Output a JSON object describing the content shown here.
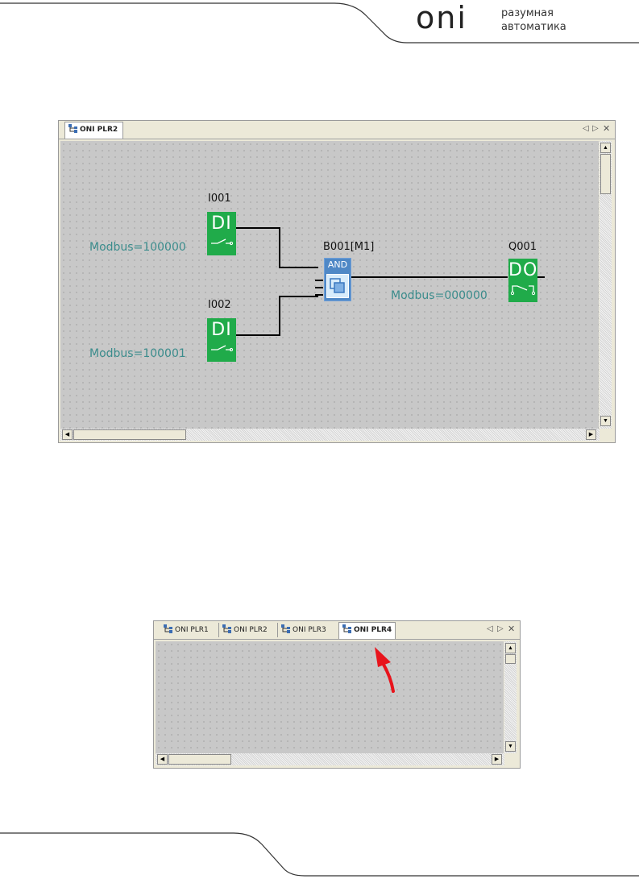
{
  "header": {
    "logo": "oni",
    "tagline_line1": "разумная",
    "tagline_line2": "автоматика"
  },
  "window1": {
    "tab_label": "ONI PLR2",
    "blocks": {
      "input1": {
        "name": "I001",
        "type": "DI",
        "modbus": "Modbus=100000"
      },
      "input2": {
        "name": "I002",
        "type": "DI",
        "modbus": "Modbus=100001"
      },
      "logic": {
        "name": "B001[M1]",
        "type": "AND"
      },
      "output": {
        "name": "Q001",
        "type": "DO",
        "modbus": "Modbus=000000"
      }
    }
  },
  "window2": {
    "tabs": [
      {
        "label": "ONI PLR1",
        "active": false
      },
      {
        "label": "ONI PLR2",
        "active": false
      },
      {
        "label": "ONI PLR3",
        "active": false
      },
      {
        "label": "ONI PLR4",
        "active": true
      }
    ]
  },
  "colors": {
    "io_green": "#20ab4a",
    "and_blue": "#4f88c6",
    "modbus_text": "#3b8c8c",
    "arrow_red": "#e8141c"
  }
}
